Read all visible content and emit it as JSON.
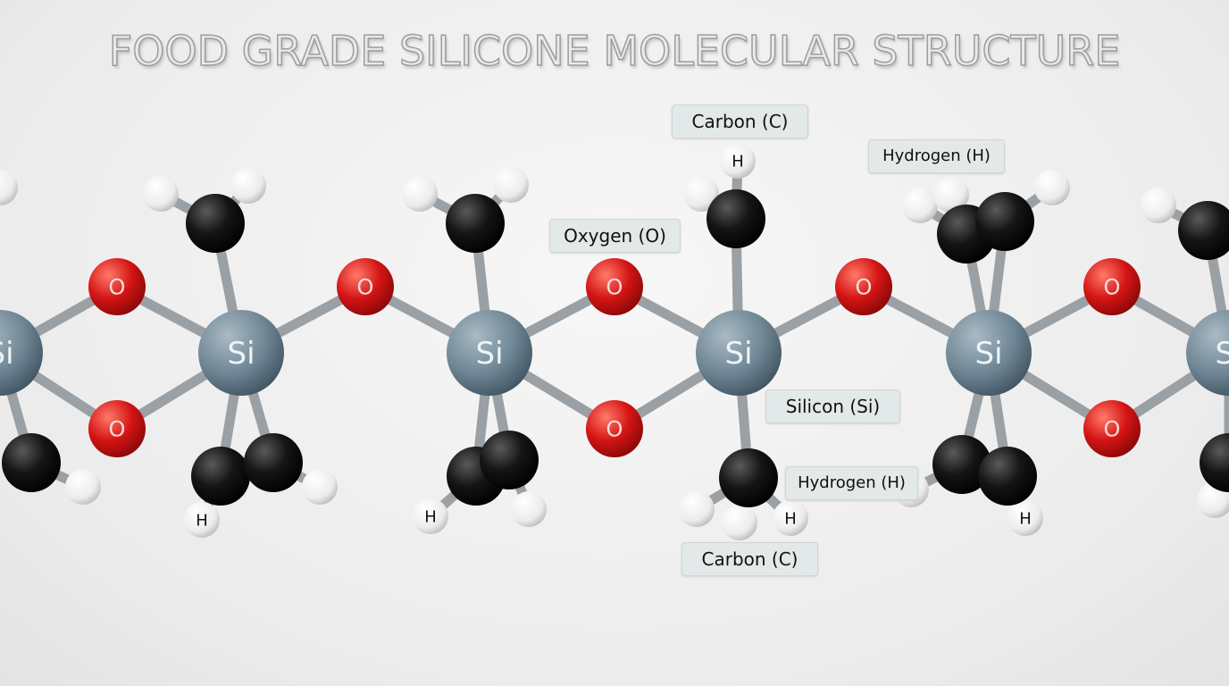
{
  "title": "FOOD GRADE SILICONE MOLECULAR STRUCTURE",
  "labels": {
    "carbon_top": "Carbon (C)",
    "hydrogen_top": "Hydrogen (H)",
    "oxygen": "Oxygen (O)",
    "silicon": "Silicon (Si)",
    "hydrogen_bottom": "Hydrogen (H)",
    "carbon_bottom": "Carbon (C)"
  },
  "atom_symbols": {
    "silicon": "Si",
    "oxygen": "O",
    "hydrogen": "H"
  },
  "colors": {
    "silicon": "#6e8594",
    "oxygen": "#d41414",
    "carbon": "#111111",
    "hydrogen": "#f2f2f2",
    "bond": "#9aa0a4"
  }
}
